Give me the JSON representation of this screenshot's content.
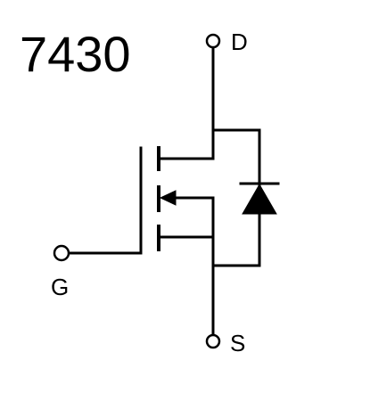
{
  "title": "7430",
  "pins": {
    "drain": "D",
    "gate": "G",
    "source": "S"
  },
  "colors": {
    "stroke": "#000000",
    "background": "#ffffff"
  }
}
